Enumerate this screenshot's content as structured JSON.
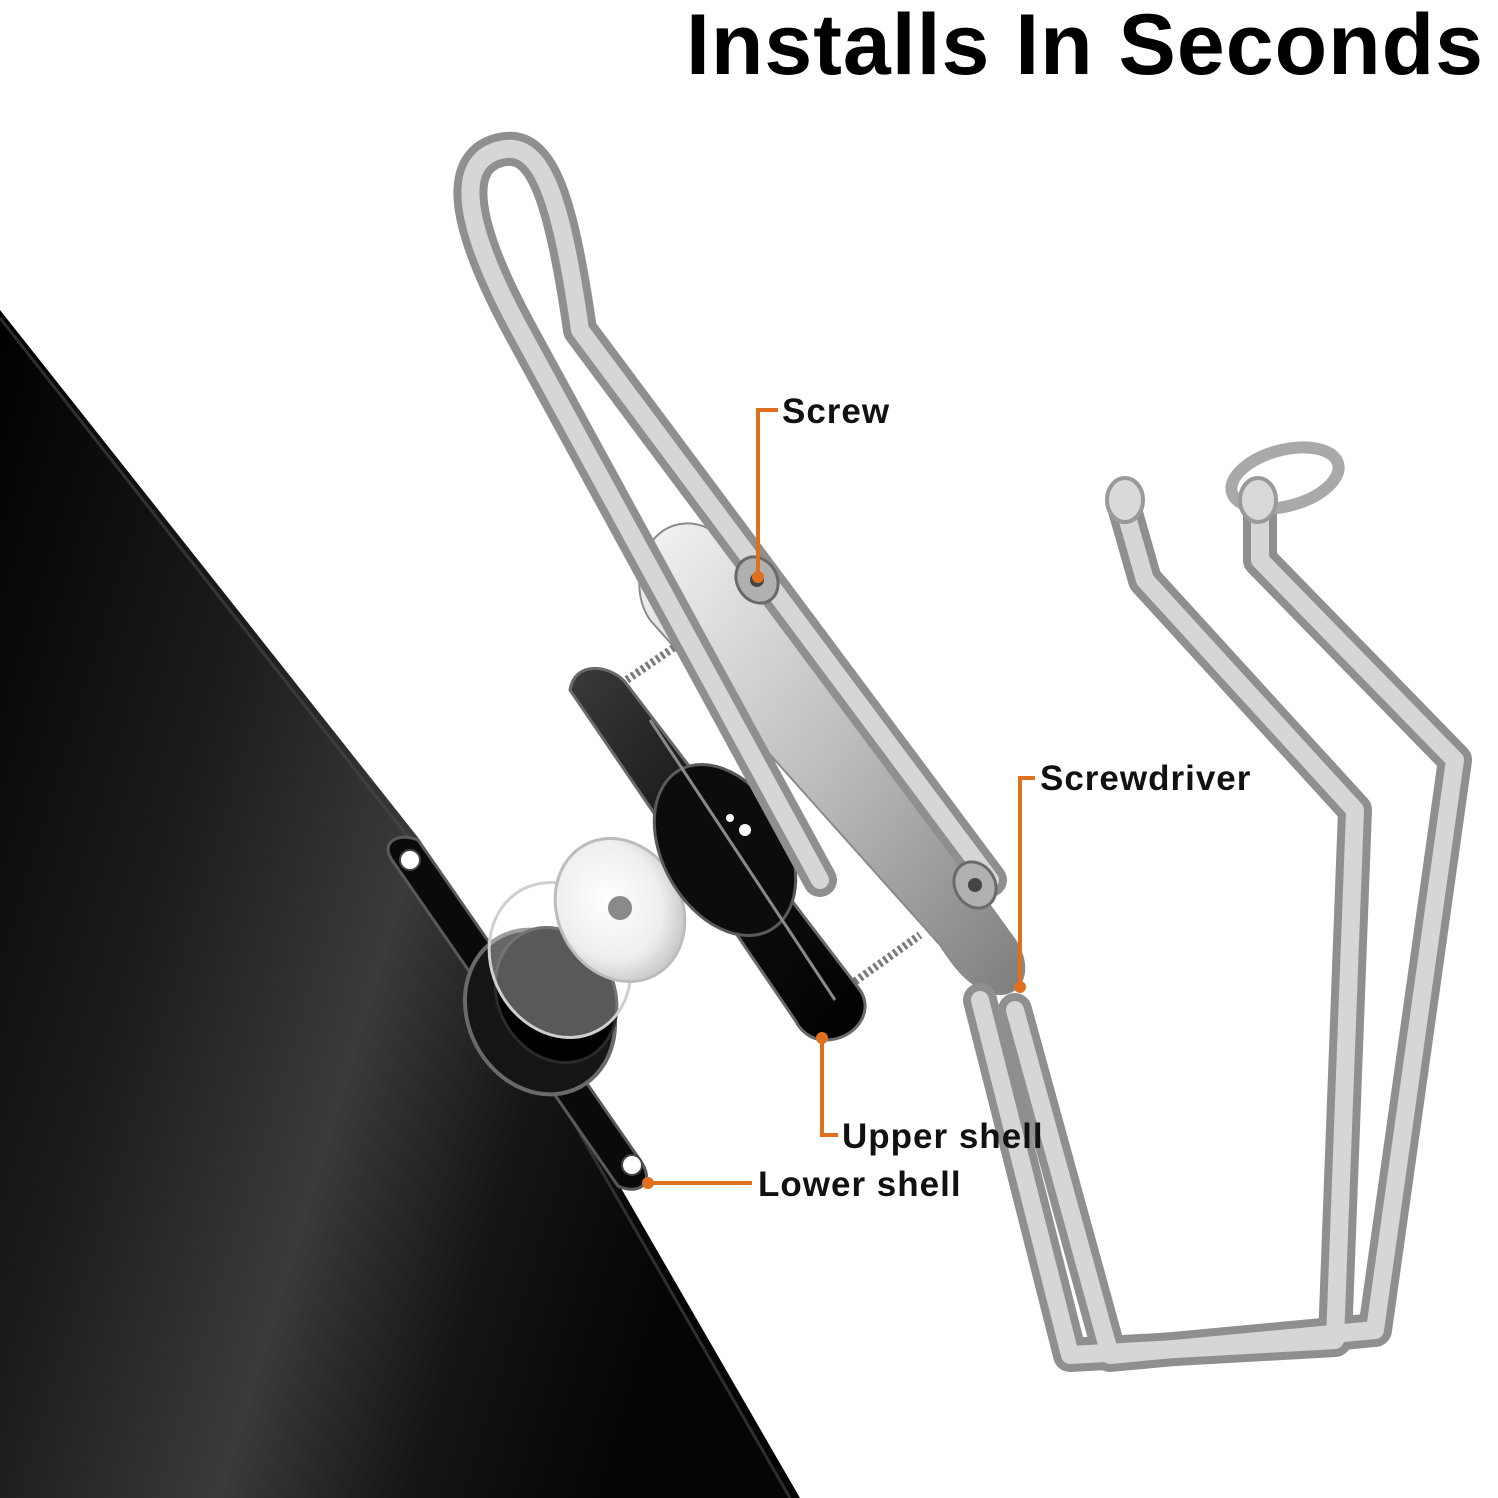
{
  "headline": "Installs In Seconds",
  "callouts": {
    "screw": "Screw",
    "screwdriver": "Screwdriver",
    "upper_shell": "Upper shell",
    "lower_shell": "Lower shell"
  },
  "colors": {
    "leader": "#e0701e",
    "frame": "#0b0b0b",
    "steel": "#bcbcbc",
    "background": "#ffffff"
  }
}
